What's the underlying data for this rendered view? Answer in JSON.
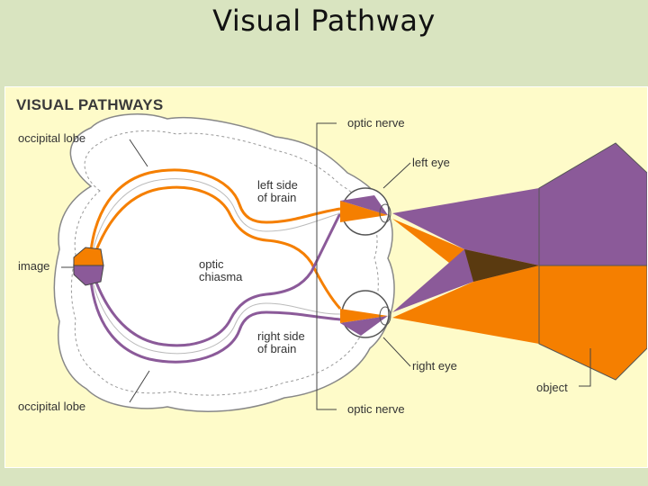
{
  "slide": {
    "title": "Visual Pathway"
  },
  "figure": {
    "title": "VISUAL PATHWAYS",
    "labels": {
      "occipital_top": "occipital lobe",
      "occipital_bottom": "occipital lobe",
      "image": "image",
      "left_side_brain": "left side\nof brain",
      "optic_chiasma": "optic\nchiasma",
      "right_side_brain": "right side\nof brain",
      "optic_nerve_top": "optic nerve",
      "optic_nerve_bottom": "optic nerve",
      "left_eye": "left eye",
      "right_eye": "right eye",
      "object": "object"
    },
    "colors": {
      "orange": "#f57f00",
      "purple": "#8b5a99",
      "dark_overlap": "#5a3a10",
      "brain_fill": "#ffffff",
      "background": "#fefbc9"
    }
  }
}
